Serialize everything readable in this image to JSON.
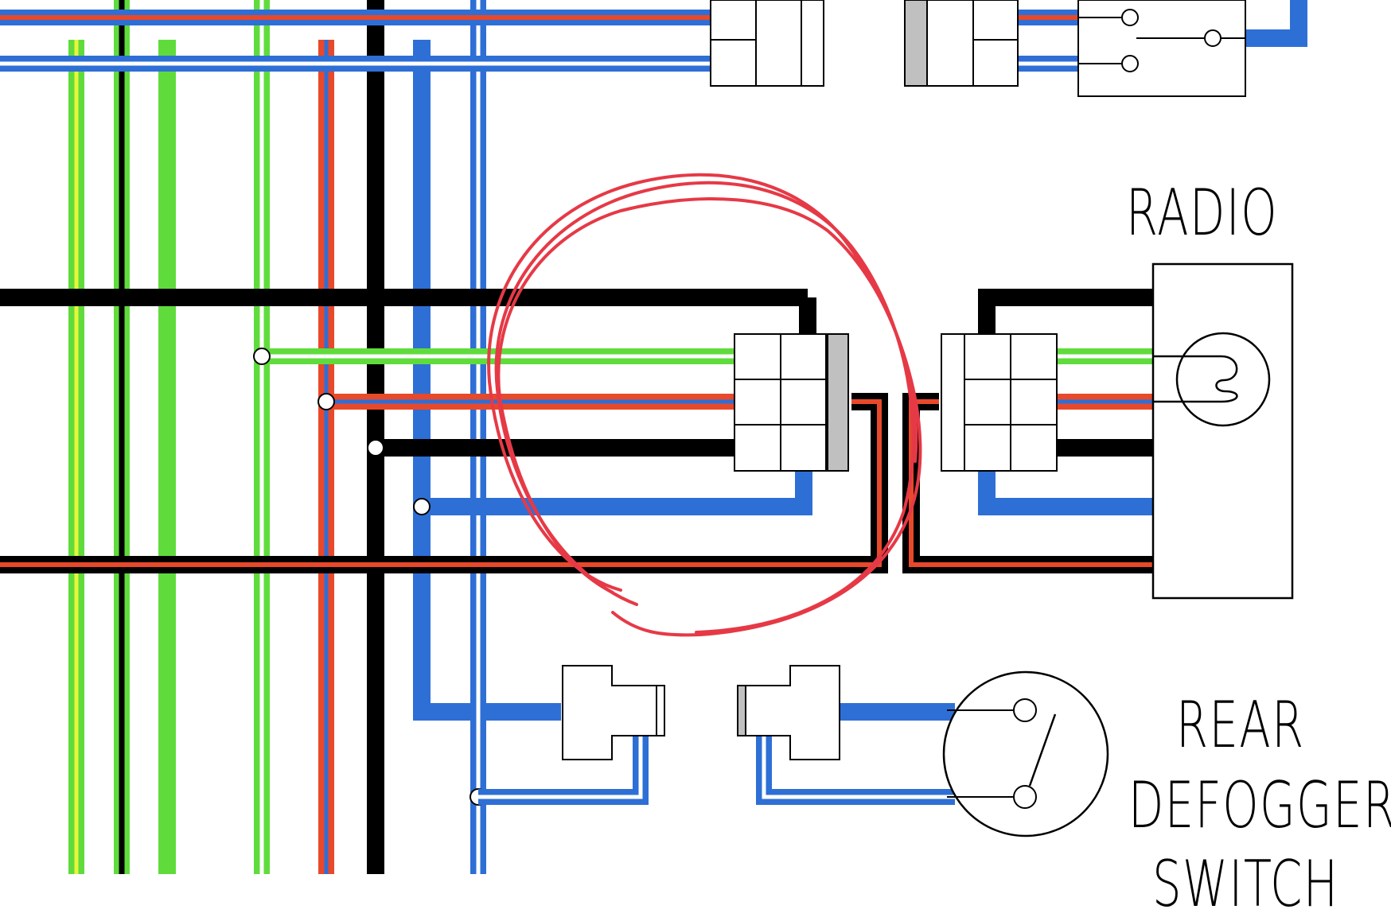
{
  "labels": {
    "radio": "RADIO",
    "rear": "REAR",
    "defogger": "DEFOGGER",
    "switch": "SWITCH"
  },
  "colors": {
    "green": "#5fdc3c",
    "yellow": "#e8f53a",
    "red": "#e8492a",
    "blue": "#2e6fd6",
    "black": "#000000",
    "gray": "#c0c0c0",
    "annotation": "#e63946"
  }
}
